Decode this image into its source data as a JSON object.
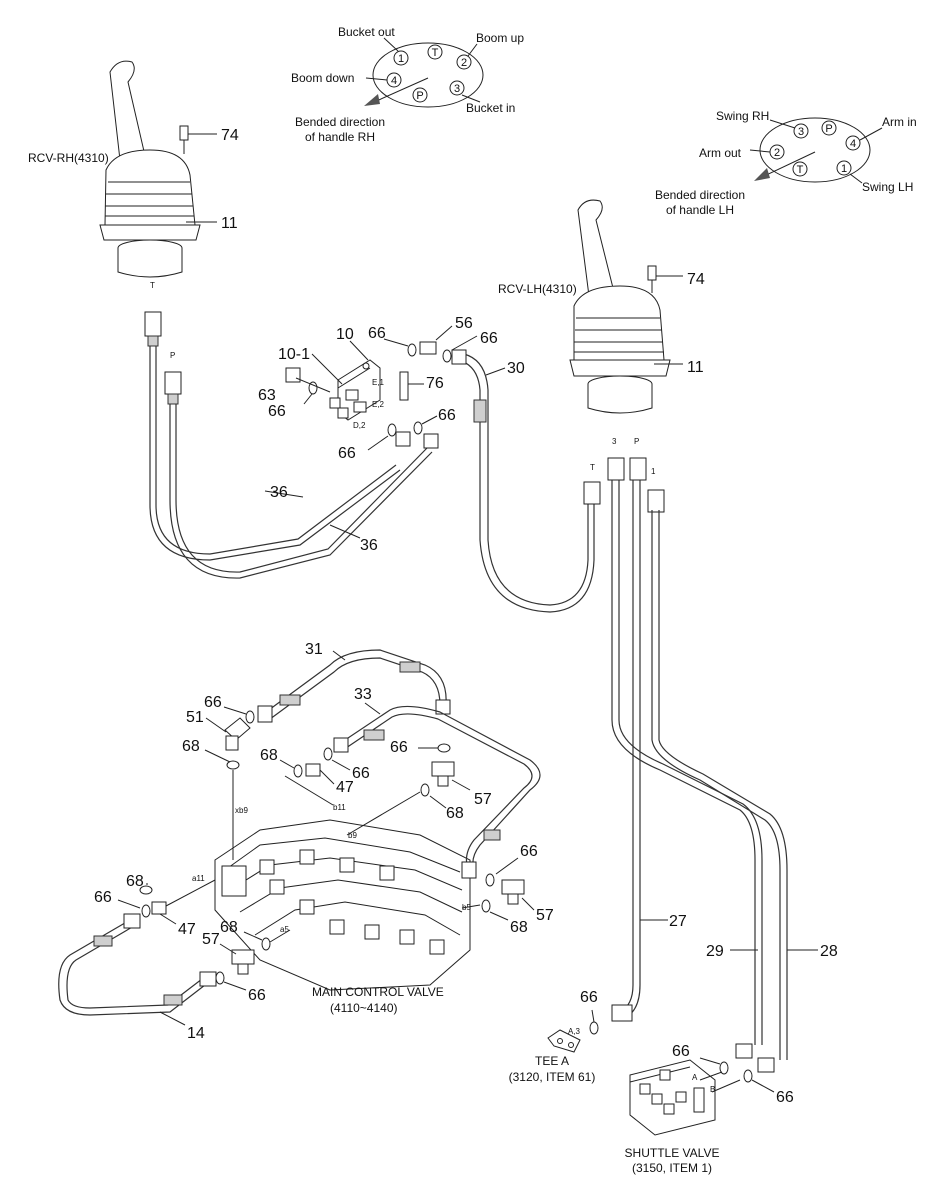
{
  "diagram_rh": {
    "bucket_out": "Bucket out",
    "boom_up": "Boom up",
    "boom_down": "Boom down",
    "bucket_in": "Bucket in",
    "bended_line1": "Bended direction",
    "bended_line2": "of handle RH",
    "ports": [
      "1",
      "T",
      "2",
      "4",
      "P",
      "3"
    ]
  },
  "diagram_lh": {
    "swing_rh": "Swing RH",
    "arm_in": "Arm in",
    "arm_out": "Arm out",
    "swing_lh": "Swing LH",
    "bended_line1": "Bended direction",
    "bended_line2": "of handle LH",
    "ports": [
      "3",
      "P",
      "4",
      "2",
      "T",
      "1"
    ]
  },
  "components": {
    "rcv_rh": "RCV-RH(4310)",
    "rcv_lh": "RCV-LH(4310)",
    "mcv_line1": "MAIN CONTROL VALVE",
    "mcv_line2": "(4110~4140)",
    "tee_line1": "TEE A",
    "tee_line2": "(3120, ITEM 61)",
    "shuttle_line1": "SHUTTLE VALVE",
    "shuttle_line2": "(3150, ITEM 1)"
  },
  "port_labels": {
    "t_rh": "T",
    "p_rh": "P",
    "e1": "E,1",
    "e2": "E,2",
    "d2": "D,2",
    "t_lh": "T",
    "p3": "3",
    "p_lh": "P",
    "p1": "1",
    "xb9": "xb9",
    "b11": "b11",
    "b9": "b9",
    "a11": "a11",
    "a5": "a5",
    "b5": "b5",
    "a3": "A,3",
    "a": "A",
    "b": "B"
  },
  "callouts": {
    "c74a": "74",
    "c11a": "11",
    "c10": "10",
    "c10_1": "10-1",
    "c63": "63",
    "c66a": "66",
    "c66b": "66",
    "c66c": "66",
    "c66d": "66",
    "c66e": "66",
    "c56": "56",
    "c76": "76",
    "c30": "30",
    "c36a": "36",
    "c36b": "36",
    "c74b": "74",
    "c11b": "11",
    "c31": "31",
    "c33": "33",
    "c66f": "66",
    "c51": "51",
    "c68a": "68",
    "c68b": "68",
    "c47a": "47",
    "c66g": "66",
    "c66h": "66",
    "c57a": "57",
    "c68c": "68",
    "c66i": "66",
    "c57b": "57",
    "c68d": "68",
    "c66j": "66",
    "c68e": "68",
    "c47b": "47",
    "c68f": "68",
    "c57c": "57",
    "c66k": "66",
    "c14": "14",
    "c27": "27",
    "c29": "29",
    "c28": "28",
    "c66l": "66",
    "c66m": "66",
    "c66n": "66"
  }
}
